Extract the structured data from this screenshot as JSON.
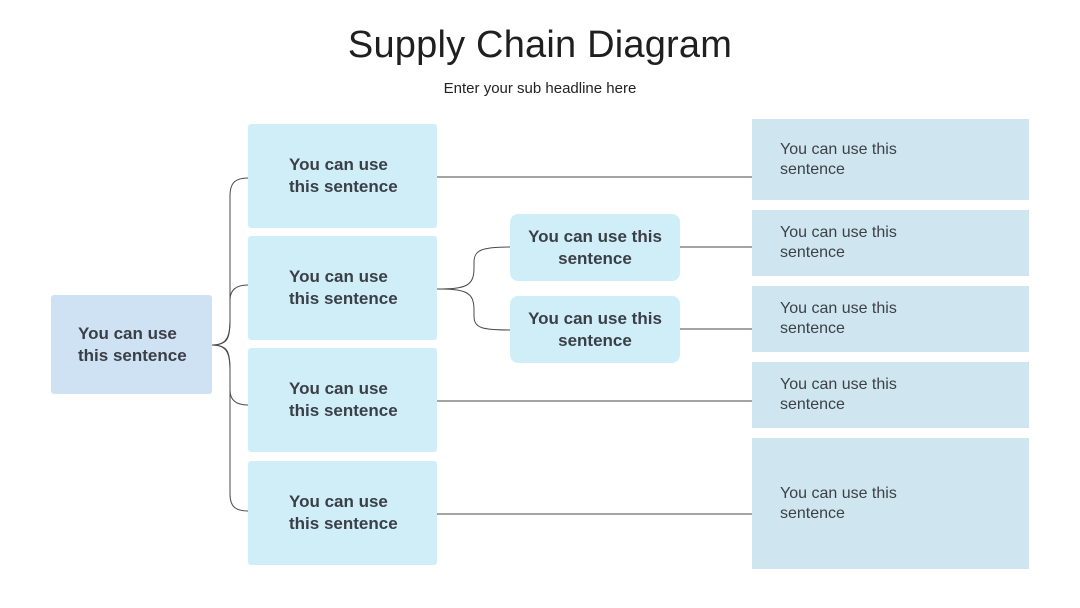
{
  "title": "Supply Chain Diagram",
  "subtitle": "Enter your sub headline here",
  "root": {
    "label": "You can use this sentence"
  },
  "level1": [
    {
      "label": "You can use this sentence"
    },
    {
      "label": "You can use this sentence"
    },
    {
      "label": "You can use this sentence"
    },
    {
      "label": "You can use this sentence"
    }
  ],
  "level2": [
    {
      "label": "You can use this sentence"
    },
    {
      "label": "You can use this sentence"
    }
  ],
  "leaves": [
    {
      "label": "You can use this sentence"
    },
    {
      "label": "You can use this sentence"
    },
    {
      "label": "You can use this sentence"
    },
    {
      "label": "You can use this sentence"
    },
    {
      "label": "You can use this sentence"
    }
  ],
  "colors": {
    "root_fill": "#cfe2f3",
    "node_fill": "#d0eef8",
    "leaf_fill": "#cfe6f0",
    "connector": "#4a4a4a"
  }
}
